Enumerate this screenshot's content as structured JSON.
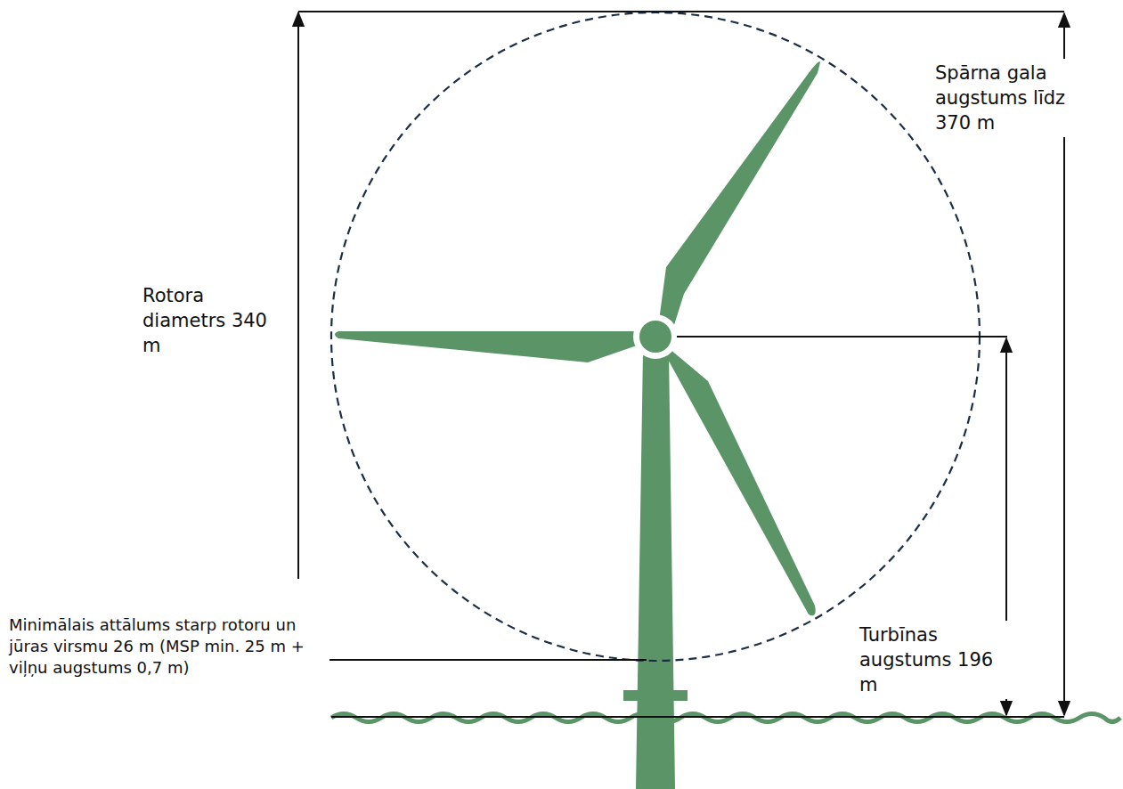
{
  "diagram": {
    "labels": [
      "Spārna gala augstums līdz 370 m",
      "Rotora diametrs 340 m",
      "Minimālais attālums starp rotoru un jūras virsmu 26 m (MSP min. 25 m + viļņu augstums 0,7 m)",
      "Turbīnas augstums 196 m"
    ]
  }
}
